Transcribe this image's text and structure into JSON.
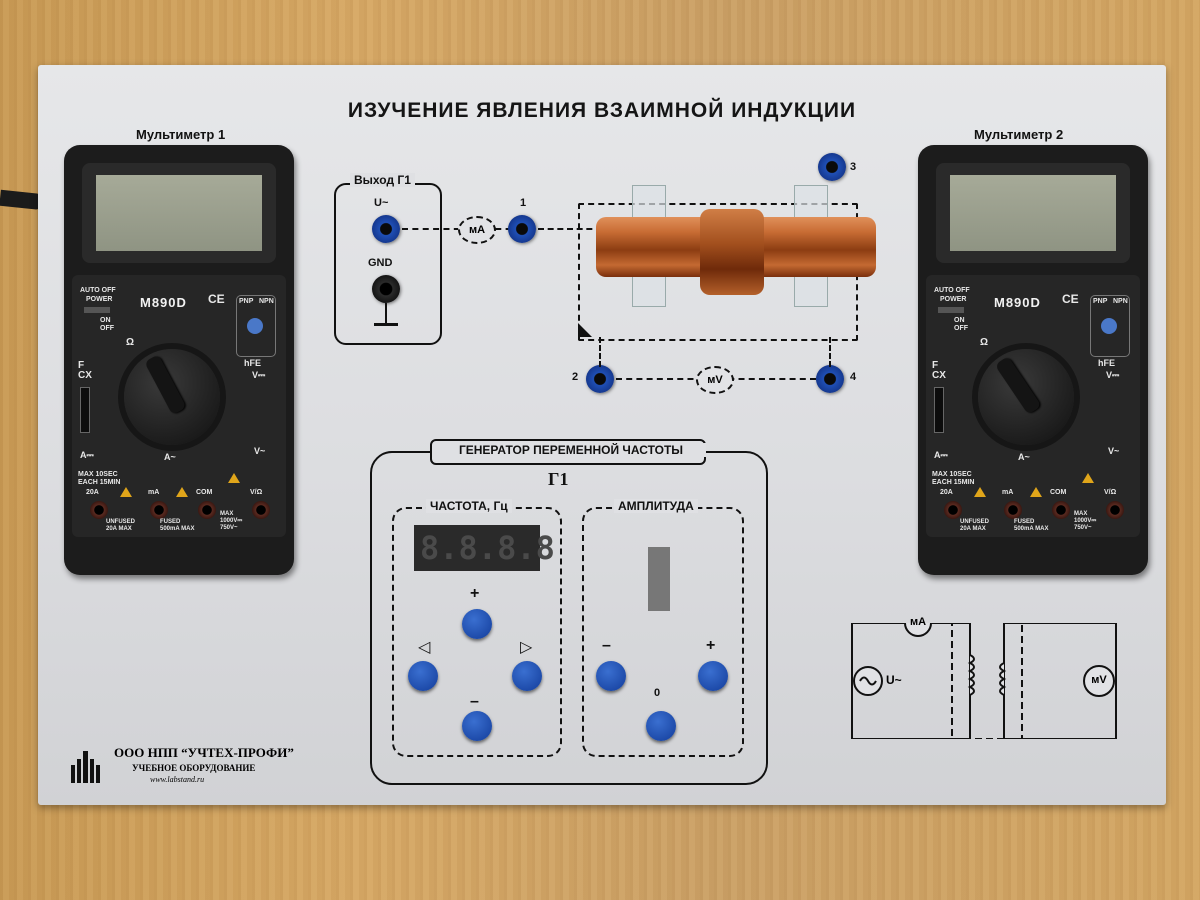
{
  "board": {
    "title": "ИЗУЧЕНИЕ ЯВЛЕНИЯ ВЗАИМНОЙ ИНДУКЦИИ",
    "multimeter1_label": "Мультиметр 1",
    "multimeter2_label": "Мультиметр 2"
  },
  "multimeter": {
    "model": "M890D",
    "auto_off": "AUTO OFF",
    "power": "POWER",
    "on": "ON",
    "off": "OFF",
    "ce": "CE",
    "pnp": "PNP",
    "npn": "NPN",
    "hfe": "hFE",
    "ohm": "Ω",
    "f_cx": "F\nCX",
    "a_dc": "A⎓",
    "a_ac": "A~",
    "v_dc": "V⎓",
    "v_ac": "V~",
    "jack_20a": "20A",
    "jack_ma": "mA",
    "jack_com": "COM",
    "jack_v": "V/Ω",
    "max_10sec": "MAX 10SEC\nEACH 15MIN",
    "unfused": "UNFUSED\n20A MAX",
    "fused": "FUSED\n500mA MAX",
    "max_v": "MAX\n1000V⎓\n750V~"
  },
  "output_g1": {
    "title": "Выход Г1",
    "u_label": "U~",
    "gnd_label": "GND"
  },
  "circuit": {
    "ma_label": "мА",
    "mv_label": "мV",
    "terminal_1": "1",
    "terminal_2": "2",
    "terminal_3": "3",
    "terminal_4": "4"
  },
  "generator": {
    "title": "ГЕНЕРАТОР ПЕРЕМЕННОЙ ЧАСТОТЫ",
    "g_label": "Г1",
    "frequency_label": "ЧАСТОТА, Гц",
    "amplitude_label": "АМПЛИТУДА",
    "display": "8.8.8.8",
    "plus": "+",
    "minus": "–",
    "left": "◁",
    "right": "▷",
    "zero": "0"
  },
  "schematic": {
    "ma_label": "мА",
    "mv_label": "мV",
    "u_label": "U~"
  },
  "logo": {
    "company": "ООО НПП “УЧТЕХ-ПРОФИ”",
    "tagline": "УЧЕБНОЕ ОБОРУДОВАНИЕ",
    "site": "www.labstand.ru"
  }
}
